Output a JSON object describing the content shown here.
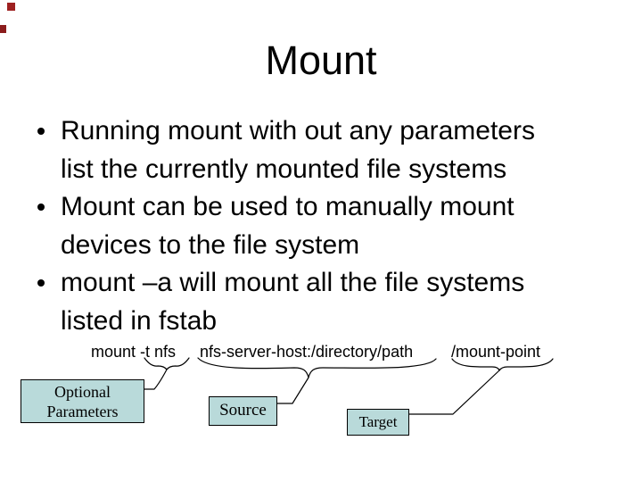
{
  "slide": {
    "title": "Mount",
    "bullets": [
      {
        "line1": "Running mount with out any parameters",
        "line2": "list the currently mounted file systems"
      },
      {
        "line1": "Mount can be used to manually mount",
        "line2": "devices to the file system"
      },
      {
        "line1": "mount –a will mount all the file systems",
        "line2": "listed in fstab"
      }
    ],
    "command": {
      "optional_params_part": "mount -t nfs",
      "source_part": "nfs-server-host:/directory/path",
      "target_part": "/mount-point"
    },
    "callouts": {
      "optional_line1": "Optional",
      "optional_line2": "Parameters",
      "source": "Source",
      "target": "Target"
    },
    "colors": {
      "background": "#ffffff",
      "text": "#000000",
      "label_box_fill": "#b9dada",
      "label_box_border": "#000000",
      "connector": "#000000",
      "marker_red_a": "#9e2020",
      "marker_red_b": "#8b1c1c"
    }
  }
}
